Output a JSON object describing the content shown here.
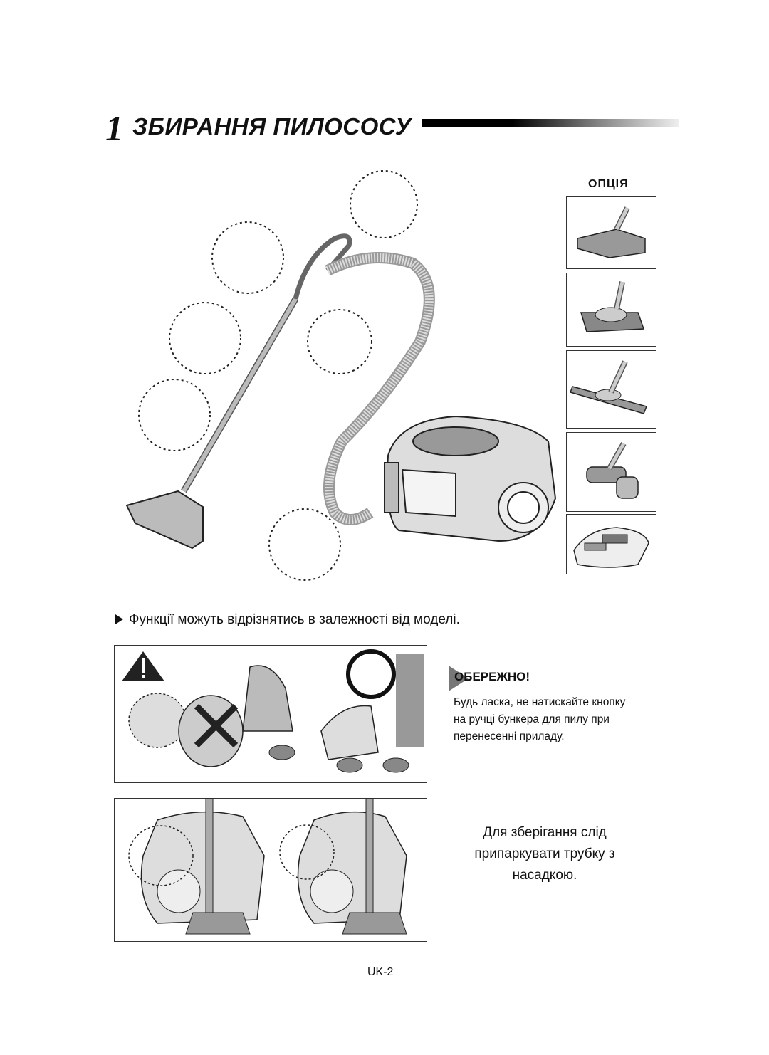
{
  "title": {
    "number": "1",
    "text": "ЗБИРАННЯ ПИЛОСОСУ"
  },
  "options": {
    "label": "ОПЦІЯ"
  },
  "note": "Функції можуть відрізнятись в залежності від моделі.",
  "caution": {
    "heading": "ОБЕРЕЖНО!",
    "lines": [
      "Будь ласка, не натискайте кнопку",
      "на ручці бункера для пилу при",
      "перенесенні приладу."
    ]
  },
  "storage": {
    "lines": [
      "Для зберігання слід",
      "припаркувати трубку з",
      "насадкою."
    ]
  },
  "page_number": "UK-2",
  "icons": [
    "vacuum-assembly-illustration",
    "floor-brush-icon",
    "turbo-brush-icon",
    "parquet-brush-icon",
    "mini-turbo-brush-icon",
    "accessory-bag-icon",
    "warning-triangle-icon",
    "no-x-icon",
    "circle-highlight-icon"
  ]
}
